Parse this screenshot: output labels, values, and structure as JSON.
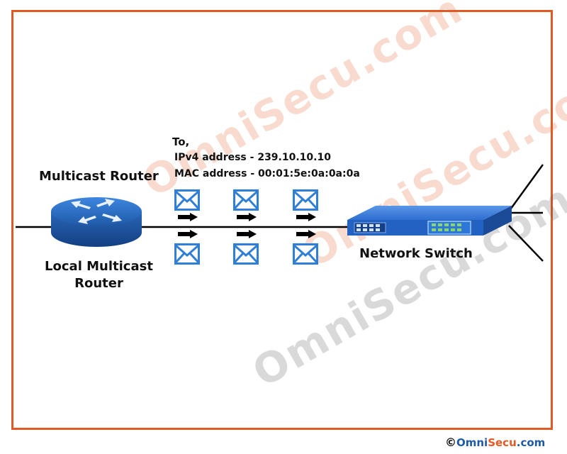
{
  "diagram": {
    "router": {
      "title": "Multicast Router",
      "subtitle": "Local Multicast Router"
    },
    "destination": {
      "to": "To,",
      "ipv4": "IPv4 address - 239.10.10.10",
      "mac": "MAC address - 00:01:5e:0a:0a:0a"
    },
    "switch": {
      "label": "Network Switch"
    },
    "watermark": "OmniSecu.com",
    "footer": {
      "copyright": "©",
      "brand_part1": "Omni",
      "brand_part2": "Secu",
      "brand_part3": ".com"
    },
    "colors": {
      "frame": "#e05a26",
      "router_blue": "#2a66b8",
      "switch_blue": "#2e6fd0",
      "envelope_blue": "#2f7fd6"
    },
    "icons": {
      "router": "router-icon",
      "switch": "switch-icon",
      "packet": "envelope-icon",
      "arrow": "arrow-right-icon"
    }
  }
}
